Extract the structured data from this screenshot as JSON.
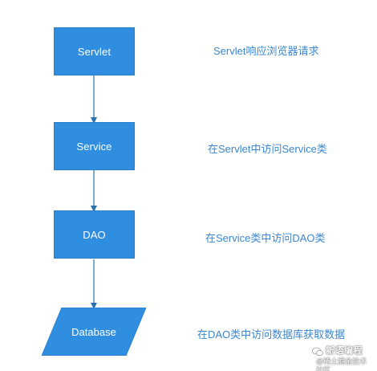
{
  "diagram": {
    "nodes": [
      {
        "id": "servlet",
        "label": "Servlet"
      },
      {
        "id": "service",
        "label": "Service"
      },
      {
        "id": "dao",
        "label": "DAO"
      },
      {
        "id": "database",
        "label": "Database"
      }
    ],
    "descriptions": [
      "Servlet响应浏览器请求",
      "在Servlet中访问Service类",
      "在Service类中访问DAO类",
      "在DAO类中访问数据库获取数据"
    ],
    "edges": [
      {
        "from": "servlet",
        "to": "service"
      },
      {
        "from": "service",
        "to": "dao"
      },
      {
        "from": "dao",
        "to": "database"
      }
    ]
  },
  "colors": {
    "box_fill": "#2f8ee0",
    "box_text": "#ffffff",
    "arrow": "#2a6fae",
    "description_text": "#3a87d0"
  },
  "watermark": {
    "line1": "新语编程",
    "line2": "@稀土掘金技术社区"
  }
}
